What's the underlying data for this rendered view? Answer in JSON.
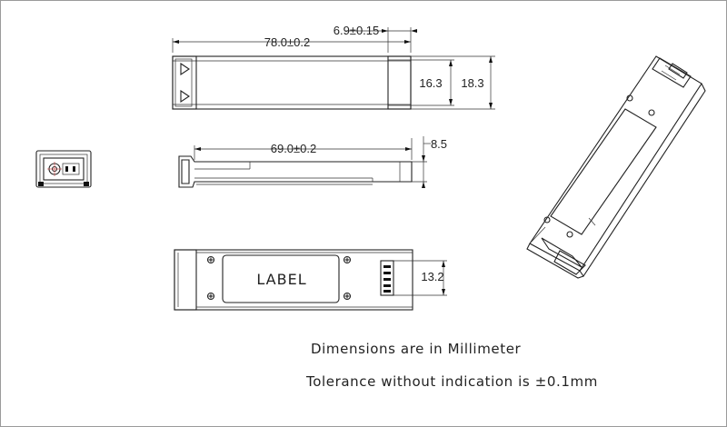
{
  "dimensions": {
    "length_overall": "78.0±0.2",
    "front_depth": "6.9±0.15",
    "inner_height": "16.3",
    "outer_height": "18.3",
    "side_length": "69.0±0.2",
    "side_thickness": "8.5",
    "connector_width": "13.2"
  },
  "label_text": "LABEL",
  "notes": {
    "units": "Dimensions are in Millimeter",
    "tolerance": "Tolerance without indication is ±0.1mm"
  }
}
